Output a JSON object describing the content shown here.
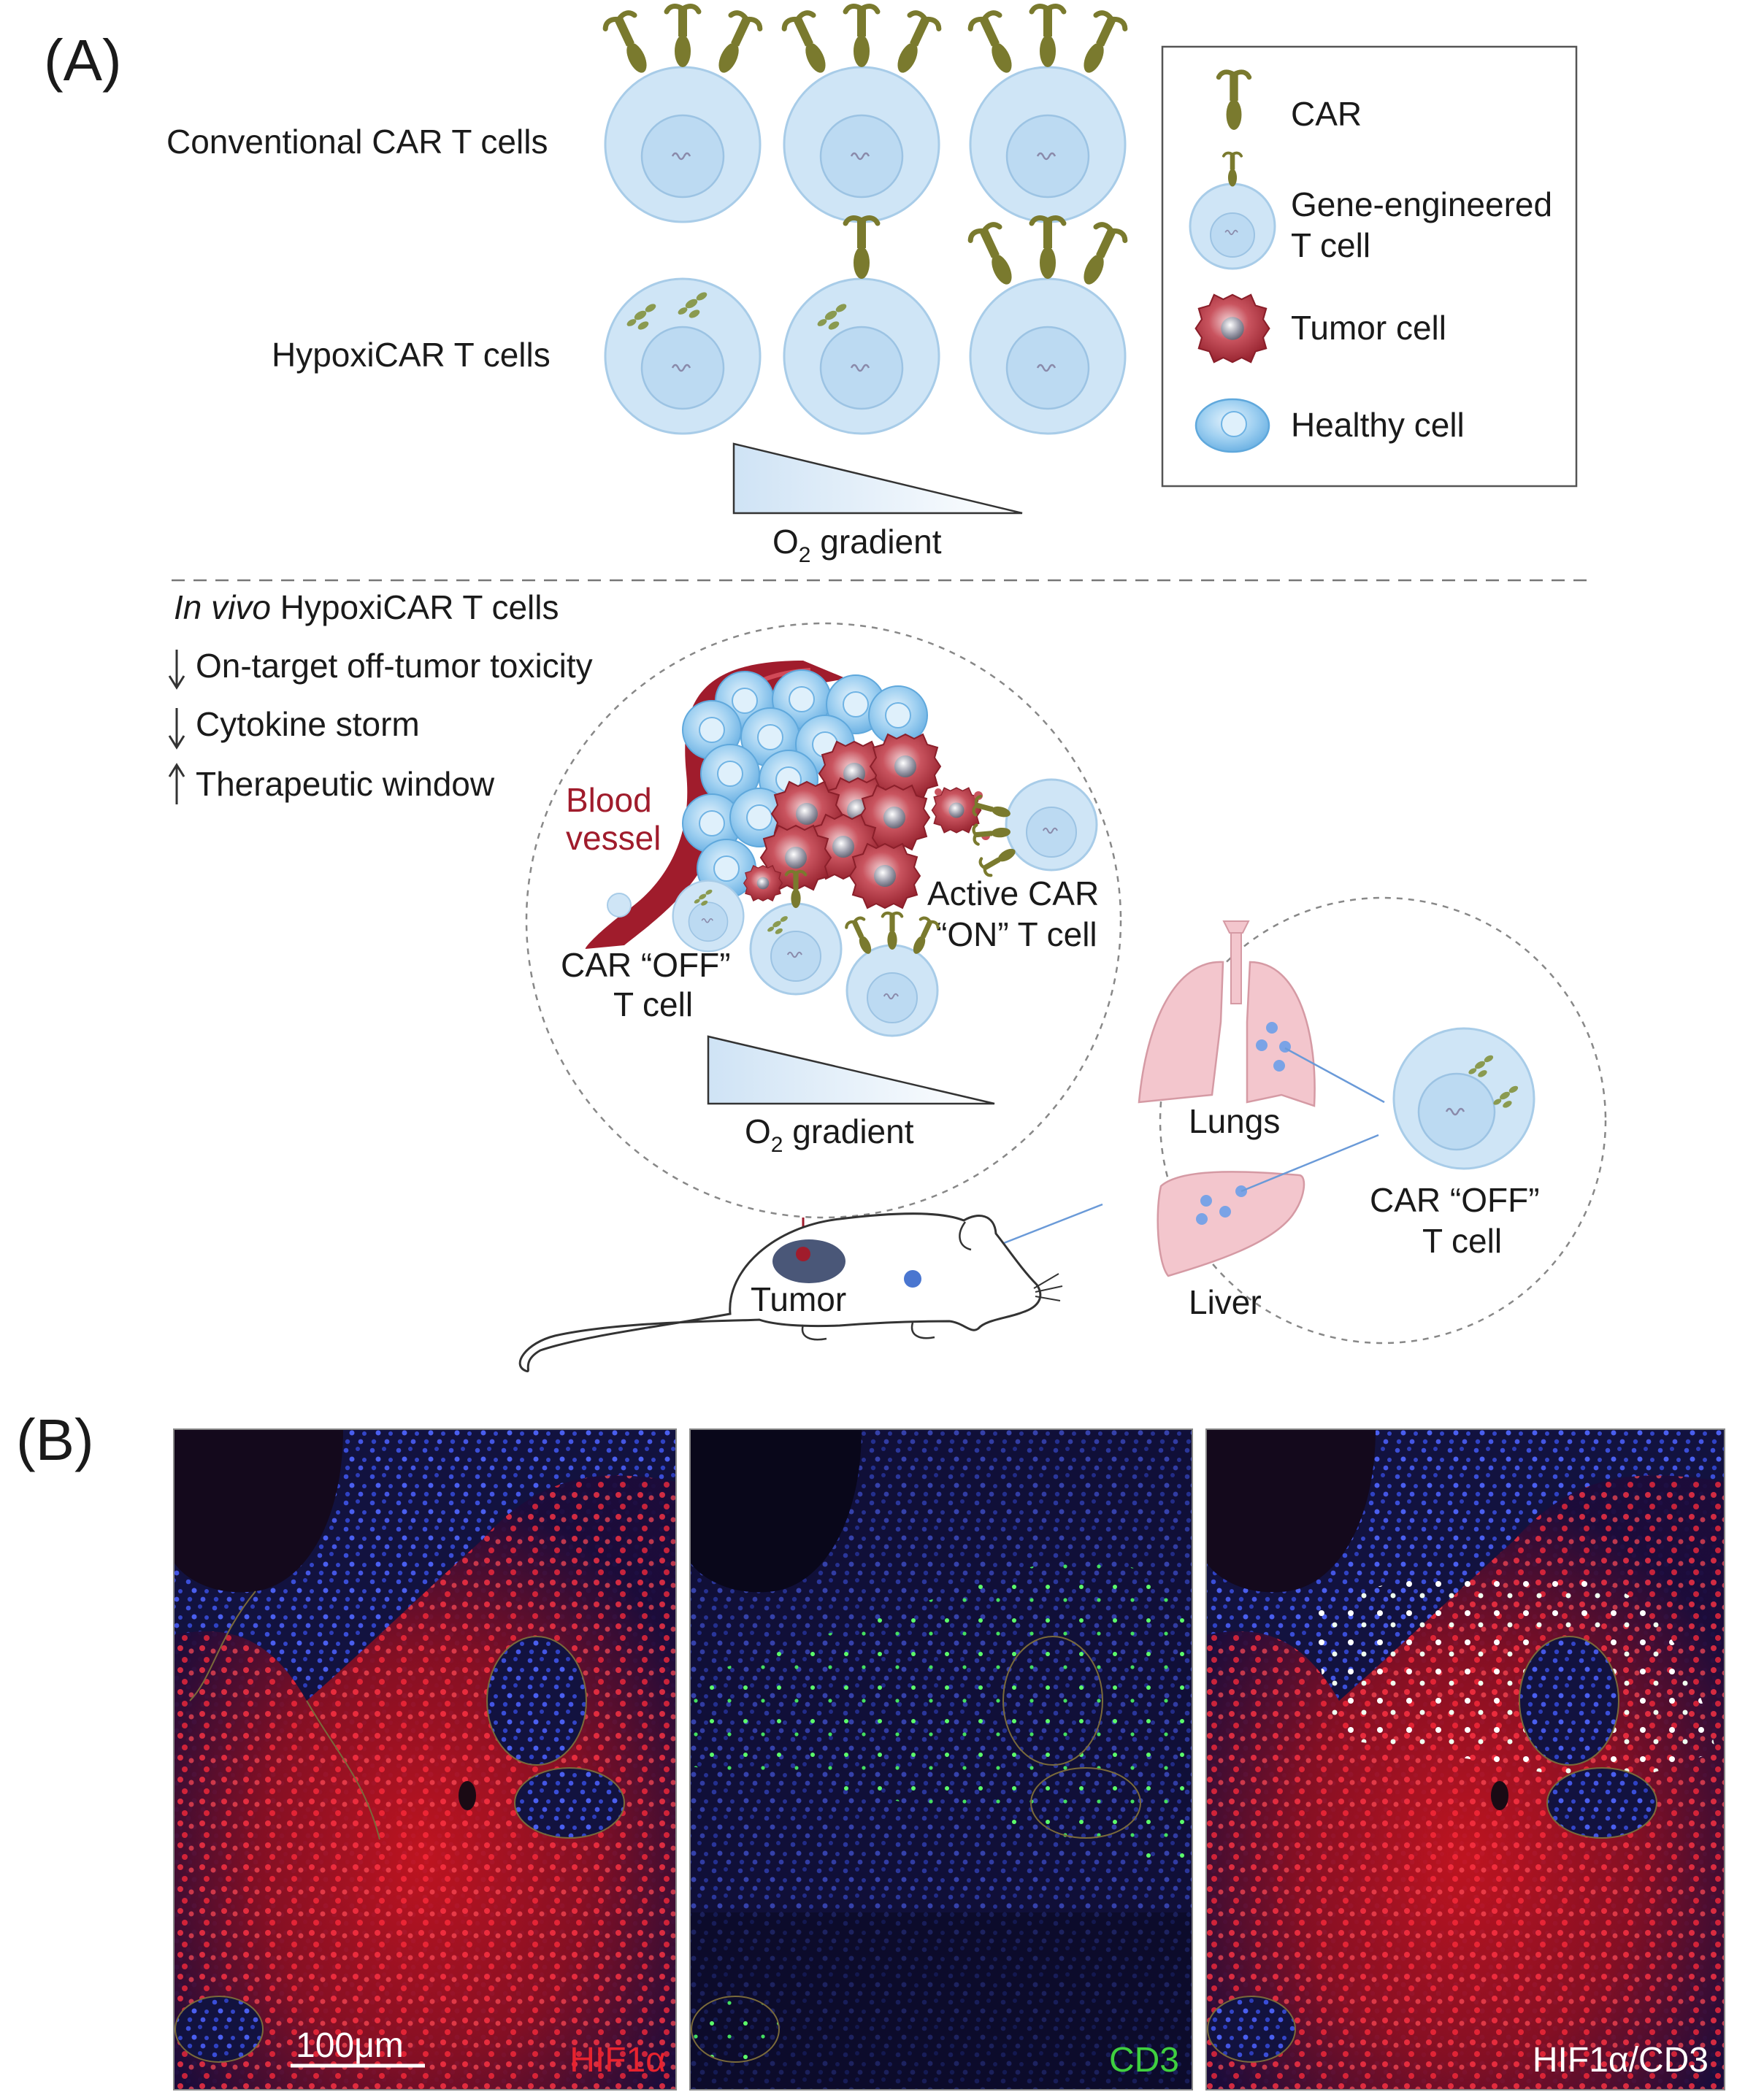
{
  "panel_a": {
    "label": "(A)",
    "row_conventional": "Conventional CAR T cells",
    "row_hypoxi": "HypoxiCAR T cells",
    "o2_prefix": "O",
    "o2_sub": "2",
    "o2_suffix": " gradient"
  },
  "legend": {
    "car": "CAR",
    "gene_line1": "Gene-engineered",
    "gene_line2": "T cell",
    "tumor": "Tumor cell",
    "healthy": "Healthy cell"
  },
  "invivo": {
    "title_italic": "In vivo",
    "title_rest": " HypoxiCAR T cells",
    "effects": [
      {
        "arrow": "down",
        "text": "On-target off-tumor toxicity"
      },
      {
        "arrow": "down",
        "text": "Cytokine storm"
      },
      {
        "arrow": "up",
        "text": "Therapeutic window"
      }
    ],
    "blood_line1": "Blood",
    "blood_line2": "vessel",
    "active_line1": "Active CAR",
    "active_line2": "“ON” T cell",
    "off_line1": "CAR “OFF”",
    "off_line2": "T cell",
    "tumor": "Tumor",
    "lungs": "Lungs",
    "liver": "Liver",
    "off2_line1": "CAR “OFF”",
    "off2_line2": "T cell"
  },
  "panel_b": {
    "label": "(B)",
    "scalebar": "100μm",
    "channels": [
      {
        "name": "HIF1α",
        "color": "#e8232f"
      },
      {
        "name": "CD3",
        "color": "#3fd03f"
      },
      {
        "name": "HIF1α/CD3",
        "color": "#ffffff"
      }
    ]
  },
  "colors": {
    "car": "#7a7a2e",
    "tcell_fill": "#cfe5f6",
    "tcell_stroke": "#a8cce8",
    "tumor": "#b3303c",
    "healthy": "#8cc4ec",
    "vessel": "#a01c2c",
    "organ": "#f3c6cd"
  }
}
